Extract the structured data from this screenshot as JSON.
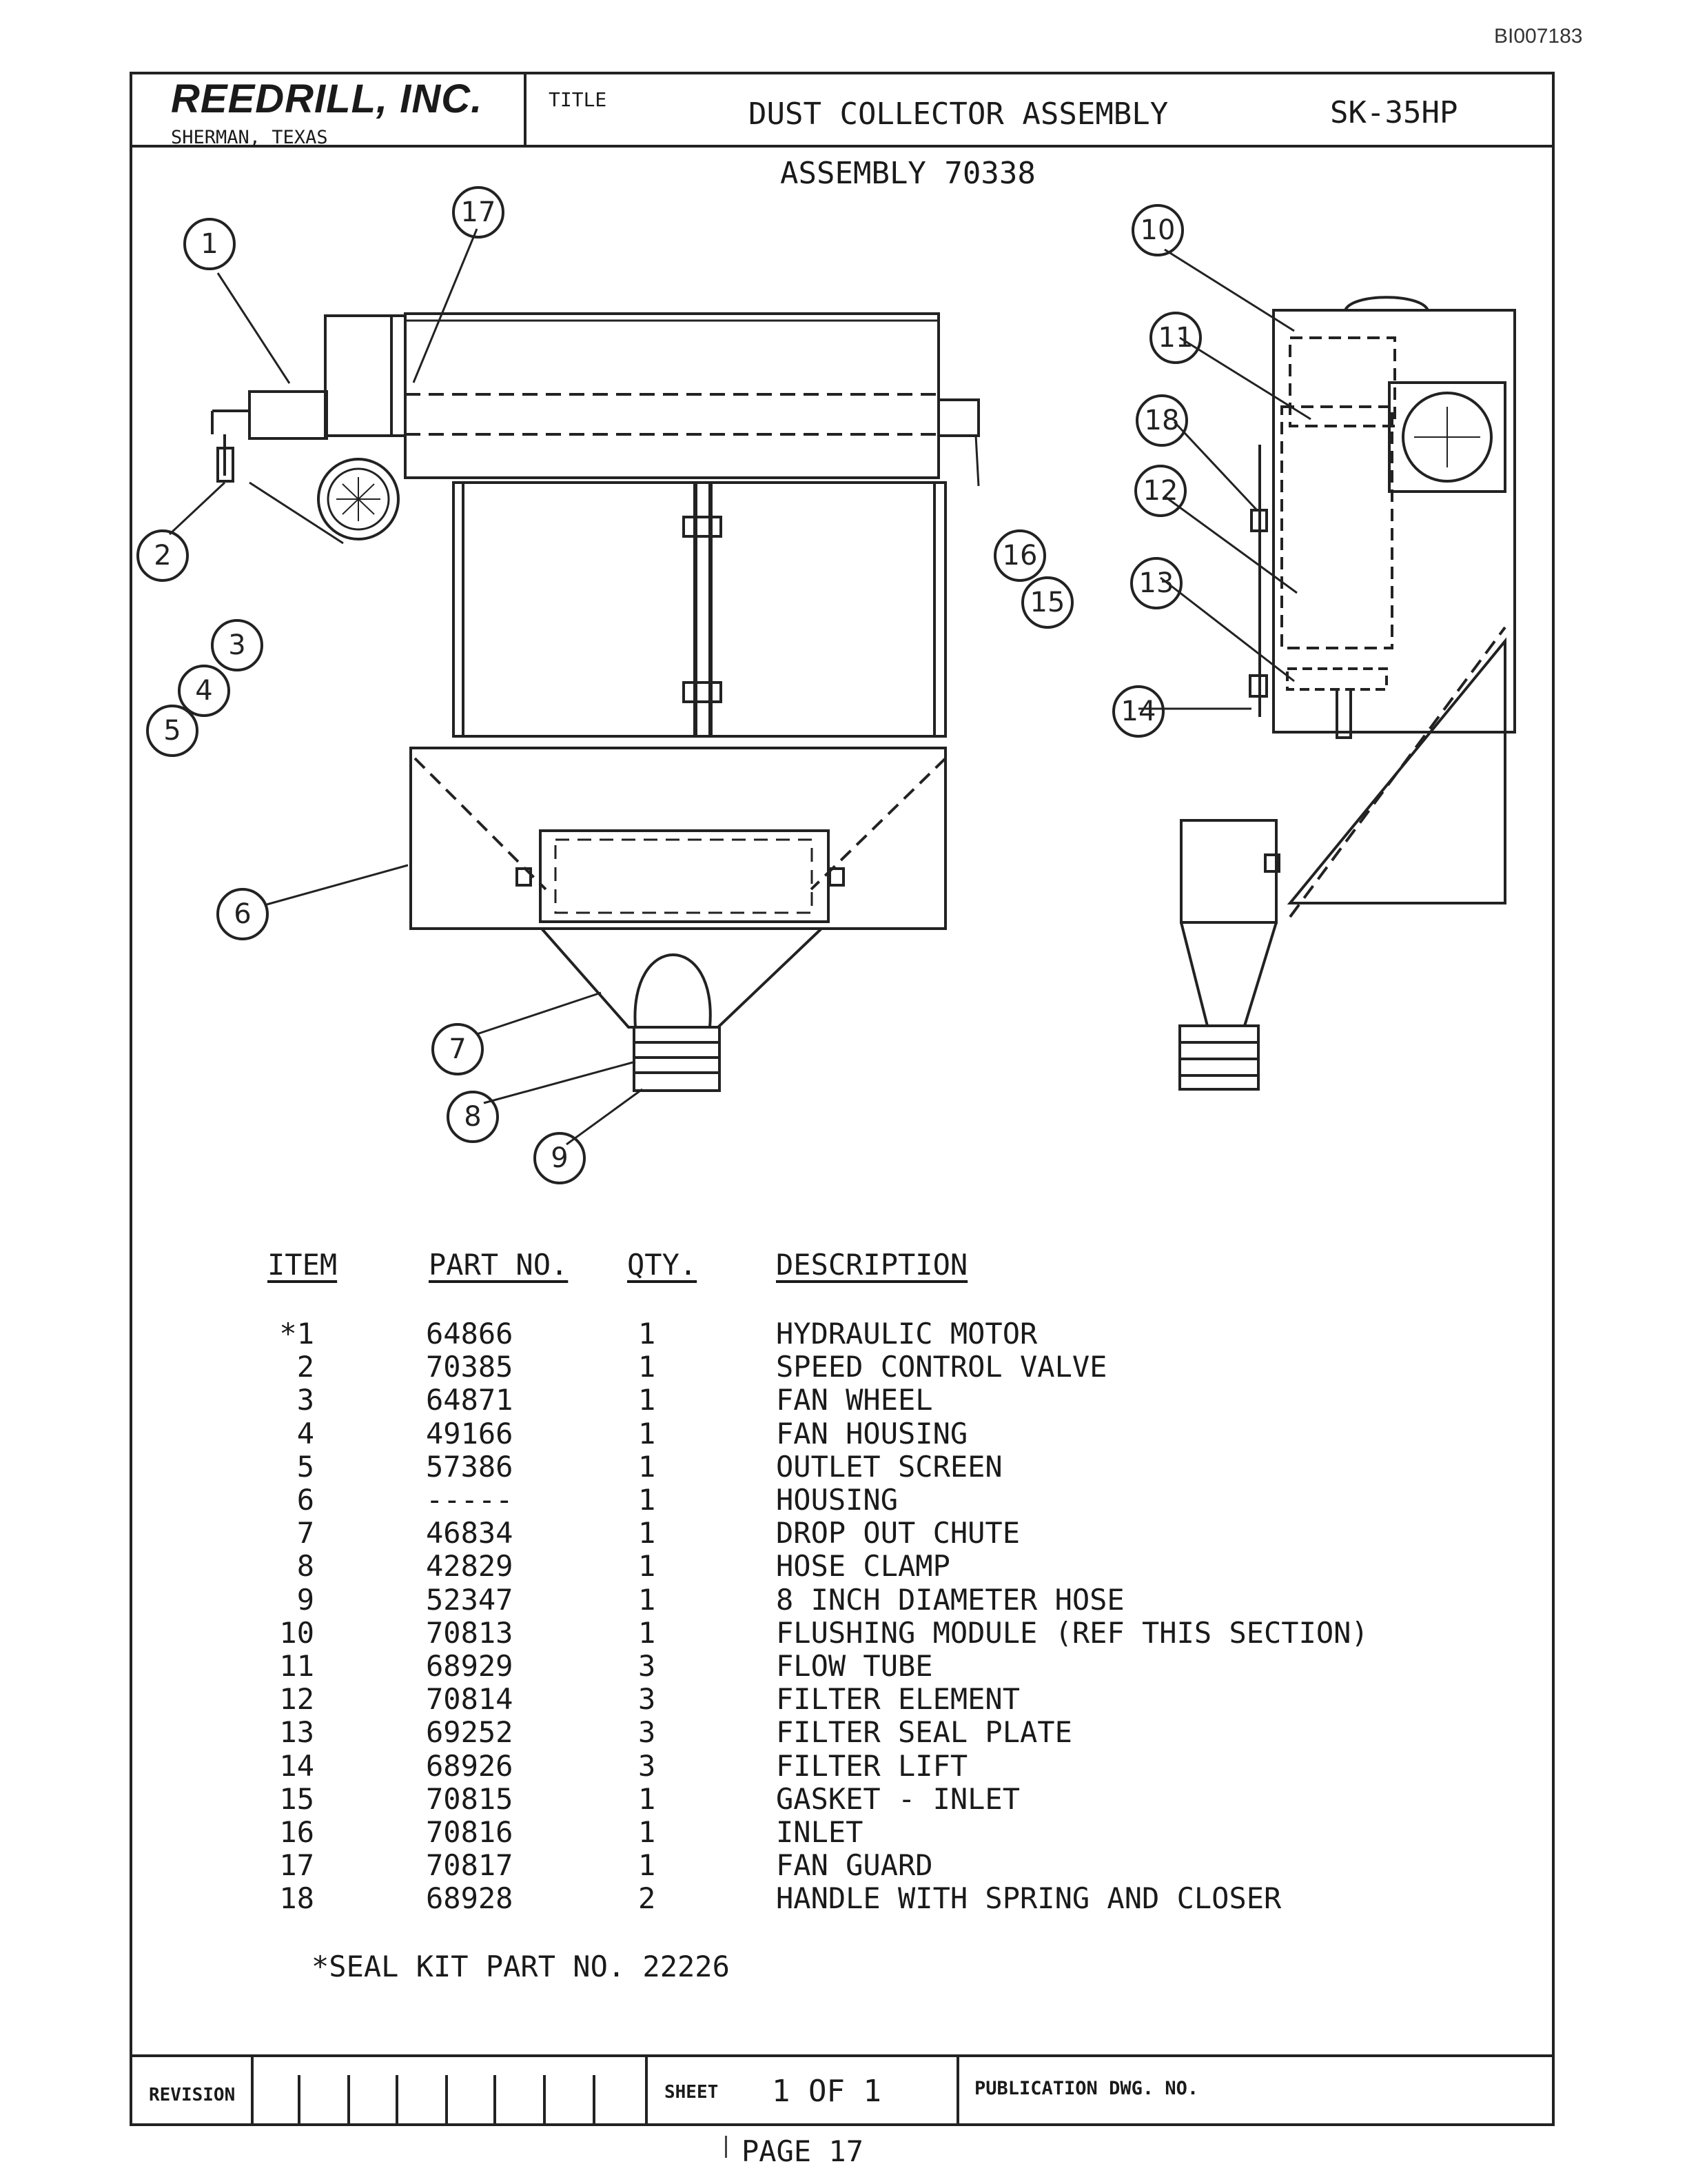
{
  "document_id": "BI007183",
  "header": {
    "company": "REEDRILL, INC.",
    "location": "SHERMAN, TEXAS",
    "title_label": "TITLE",
    "title": "DUST COLLECTOR ASSEMBLY",
    "model": "SK-35HP"
  },
  "assembly": "ASSEMBLY 70338",
  "callouts": [
    "1",
    "2",
    "3",
    "4",
    "5",
    "6",
    "7",
    "8",
    "9",
    "10",
    "11",
    "12",
    "13",
    "14",
    "15",
    "16",
    "17",
    "18"
  ],
  "parts_table": {
    "headers": {
      "item": "ITEM",
      "part_no": "PART NO.",
      "qty": "QTY.",
      "description": "DESCRIPTION"
    },
    "rows": [
      {
        "item": "*1",
        "part_no": "64866",
        "qty": "1",
        "description": "HYDRAULIC MOTOR"
      },
      {
        "item": "2",
        "part_no": "70385",
        "qty": "1",
        "description": "SPEED CONTROL VALVE"
      },
      {
        "item": "3",
        "part_no": "64871",
        "qty": "1",
        "description": "FAN WHEEL"
      },
      {
        "item": "4",
        "part_no": "49166",
        "qty": "1",
        "description": "FAN HOUSING"
      },
      {
        "item": "5",
        "part_no": "57386",
        "qty": "1",
        "description": "OUTLET SCREEN"
      },
      {
        "item": "6",
        "part_no": "-----",
        "qty": "1",
        "description": "HOUSING"
      },
      {
        "item": "7",
        "part_no": "46834",
        "qty": "1",
        "description": "DROP OUT CHUTE"
      },
      {
        "item": "8",
        "part_no": "42829",
        "qty": "1",
        "description": "HOSE CLAMP"
      },
      {
        "item": "9",
        "part_no": "52347",
        "qty": "1",
        "description": "8 INCH DIAMETER HOSE"
      },
      {
        "item": "10",
        "part_no": "70813",
        "qty": "1",
        "description": "FLUSHING MODULE (REF THIS SECTION)"
      },
      {
        "item": "11",
        "part_no": "68929",
        "qty": "3",
        "description": "FLOW TUBE"
      },
      {
        "item": "12",
        "part_no": "70814",
        "qty": "3",
        "description": "FILTER ELEMENT"
      },
      {
        "item": "13",
        "part_no": "69252",
        "qty": "3",
        "description": "FILTER SEAL PLATE"
      },
      {
        "item": "14",
        "part_no": "68926",
        "qty": "3",
        "description": "FILTER LIFT"
      },
      {
        "item": "15",
        "part_no": "70815",
        "qty": "1",
        "description": "GASKET - INLET"
      },
      {
        "item": "16",
        "part_no": "70816",
        "qty": "1",
        "description": "INLET"
      },
      {
        "item": "17",
        "part_no": "70817",
        "qty": "1",
        "description": "FAN GUARD"
      },
      {
        "item": "18",
        "part_no": "68928",
        "qty": "2",
        "description": "HANDLE WITH SPRING AND CLOSER"
      }
    ]
  },
  "seal_kit": "*SEAL KIT PART NO. 22226",
  "footer": {
    "revision_label": "REVISION",
    "sheet_label": "SHEET",
    "sheet_value": "1 OF 1",
    "publication_label": "PUBLICATION DWG. NO.",
    "page": "PAGE 17"
  }
}
